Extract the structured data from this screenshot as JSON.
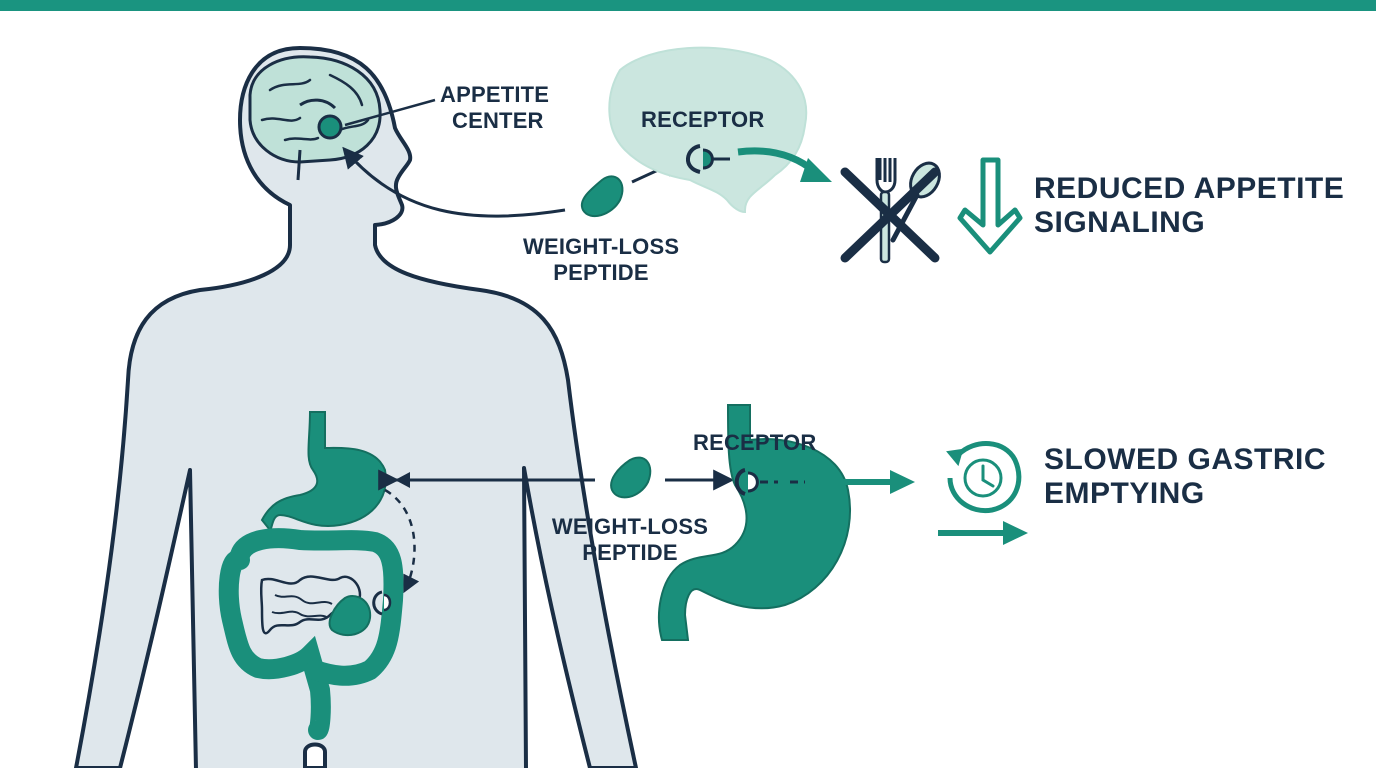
{
  "colors": {
    "teal": "#1a8f7b",
    "teal_dark": "#146f60",
    "navy": "#1a2e45",
    "body_fill": "#dfe7ec",
    "brain_fill": "#bfe1d8",
    "brain_light": "#cbe6df",
    "top_bar": "#1a9480"
  },
  "labels": {
    "appetite_center": [
      "APPETITE",
      "CENTER"
    ],
    "receptor_top": "RECEPTOR",
    "peptide_top": [
      "WEIGHT-LOSS",
      "PEPTIDE"
    ],
    "reduced_appetite": [
      "REDUCED APPETITE",
      "SIGNALING"
    ],
    "receptor_bottom": "RECEPTOR",
    "peptide_bottom": [
      "WEIGHT-LOSS",
      "PEPTIDE"
    ],
    "slowed_gastric": [
      "SLOWED GASTRIC",
      "EMPTYING"
    ]
  },
  "icons": {
    "human_body": "human-silhouette-icon",
    "brain": "brain-icon",
    "stomach": "stomach-icon",
    "intestines": "intestines-icon",
    "peptide": "peptide-bean-icon",
    "receptor": "receptor-icon",
    "no_food": "crossed-fork-spoon-icon",
    "down_arrow": "down-arrow-icon",
    "timer": "clock-timer-icon",
    "right_arrow": "right-arrow-icon"
  }
}
